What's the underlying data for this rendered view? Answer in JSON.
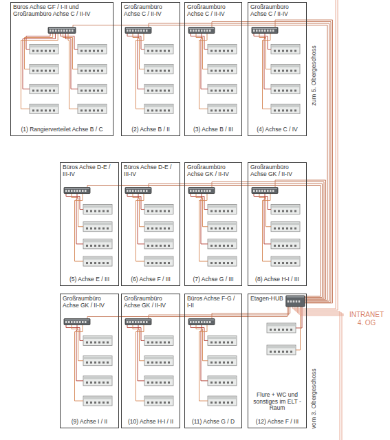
{
  "diagram": {
    "nodes": [
      {
        "text": [
          "Büros Achse GF / I-II und Großraumbüro Achse C / II-IV",
          "(1) Rangierverteilet Achse B / C"
        ]
      },
      {
        "text": [
          "Großraumbüro Achse C / II-IV",
          "(2) Achse B / II"
        ]
      },
      {
        "text": [
          "Großraumbüro Achse C / II-IV",
          "(3) Achse B / III"
        ]
      },
      {
        "text": [
          "Großraumbüro Achse C / II-IV",
          "(4) Achse C / IV"
        ]
      },
      {
        "text": [
          "Büros Achse D-E / III-IV",
          "(5) Achse E / III"
        ]
      },
      {
        "text": [
          "Büros Achse D-E / III-IV",
          "(6) Achse F / III"
        ]
      },
      {
        "text": [
          "Großraumbüro Achse GK / II-IV",
          "(7) Achse G / III"
        ]
      },
      {
        "text": [
          "Großraumbüro Achse GK / II-IV",
          "(8) Achse H-I / III"
        ]
      },
      {
        "text": [
          "Großraumbüro Achse GK / II-IV",
          "(9) Achse I / II"
        ]
      },
      {
        "text": [
          "Großraumbüro Achse GK / II-IV",
          "(10) Achse H-I / II"
        ]
      },
      {
        "text": [
          "Büros Achse F-G / I-II",
          "(11) Achse G / D"
        ]
      },
      {
        "text": [
          "Etagen-HUB",
          "Flure + WC und sonstiges im ELT - Raum",
          "(12) Achse F / III"
        ]
      }
    ],
    "edges": [
      {
        "from": 0,
        "to": 11,
        "arrow": "none"
      },
      {
        "from": 1,
        "to": 11,
        "arrow": "none"
      },
      {
        "from": 2,
        "to": 11,
        "arrow": "none"
      },
      {
        "from": 3,
        "to": 11,
        "arrow": "none"
      },
      {
        "from": 4,
        "to": 11,
        "arrow": "none"
      },
      {
        "from": 5,
        "to": 11,
        "arrow": "none"
      },
      {
        "from": 6,
        "to": 11,
        "arrow": "none"
      },
      {
        "from": 7,
        "to": 11,
        "arrow": "none"
      },
      {
        "from": 8,
        "to": 11,
        "arrow": "none"
      },
      {
        "from": 9,
        "to": 11,
        "arrow": "none"
      },
      {
        "from": 10,
        "to": 11,
        "arrow": "none"
      }
    ],
    "labels": [
      "zum 5. Obergeschoss",
      "vom 3. Obergeschoss",
      "INTRANET 4. OG"
    ]
  }
}
